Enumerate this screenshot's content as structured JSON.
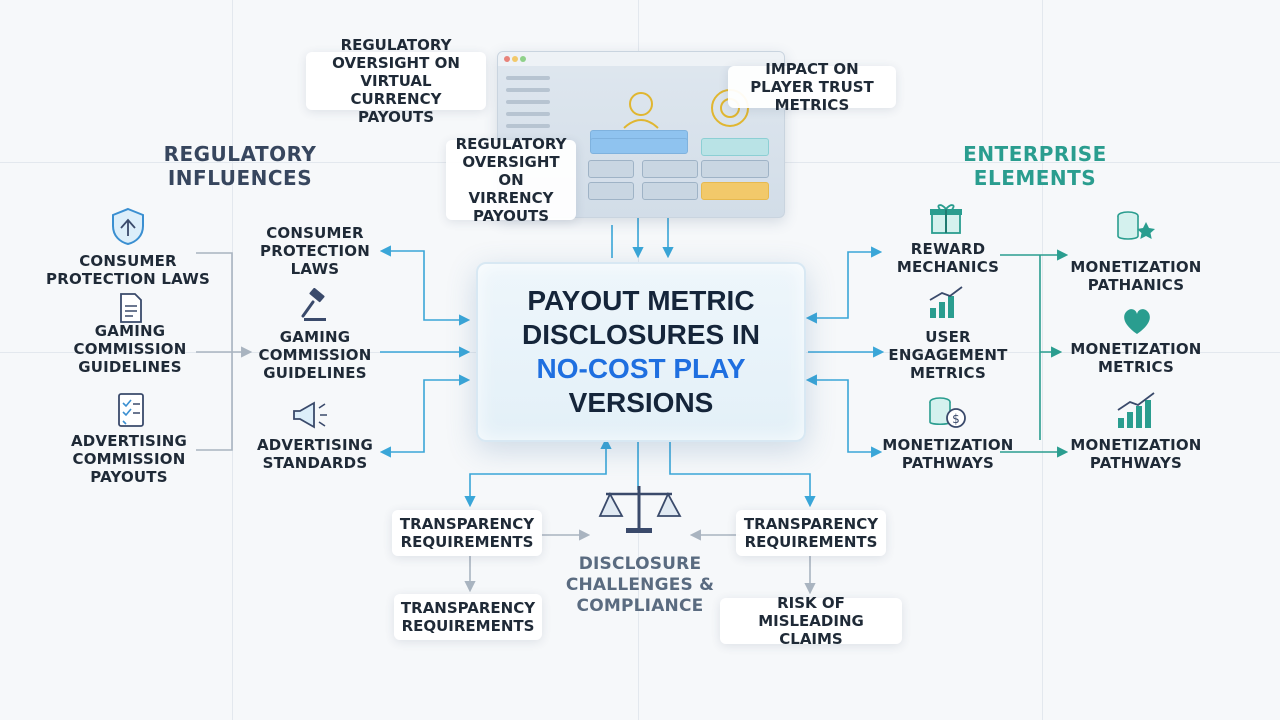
{
  "center": {
    "line1": "Payout Metric",
    "line2": "Disclosures in",
    "line3": "No-Cost Play",
    "line4": "Versions"
  },
  "sections": {
    "regulatory": "Regulatory Influences",
    "enterprise": "Enterprise Elements",
    "challenges": "Disclosure Challenges & Compliance"
  },
  "top": {
    "oversight_virtual": "Regulatory Oversight on Virtual Currency Payouts",
    "player_trust": "Impact on Player Trust Metrics",
    "oversight_virrency": "Regulatory Oversight on Virrency Payouts"
  },
  "left_outer": {
    "consumer": "Consumer Protection Laws",
    "gaming": "Gaming Commission Guidelines",
    "advertising": "Advertising Commission Payouts"
  },
  "left_inner": {
    "consumer": "Consumer Protection Laws",
    "gaming": "Gaming Commission Guidelines",
    "advertising": "Advertising Standards"
  },
  "right_inner": {
    "reward": "Reward Mechanics",
    "engagement": "User Engagement Metrics",
    "pathways": "Monetization Pathways"
  },
  "right_outer": {
    "pathanics": "Monetization Pathanics",
    "metrics": "Monetization Metrics",
    "pathways": "Monetization Pathways"
  },
  "bottom": {
    "transparency_left": "Transparency Requirements",
    "transparency_left_lower": "Transparency Requirements",
    "transparency_right": "Transparency Requirements",
    "risk": "Risk of Misleading Claims"
  },
  "colors": {
    "accent_blue": "#1f6fe0",
    "teal": "#2a9d8f",
    "wire_blue": "#3aa6d8",
    "wire_gray": "#a9b4c0",
    "icon_navy": "#3a4a6b"
  },
  "icons": {
    "shield": "shield-scales-icon",
    "document": "document-icon",
    "checklist": "checklist-icon",
    "gavel": "gavel-icon",
    "megaphone": "megaphone-icon",
    "gift": "gift-icon",
    "bar_chart": "bar-chart-icon",
    "coins": "coins-icon",
    "coin_star": "coin-star-icon",
    "heart": "heart-icon",
    "growth": "growth-chart-icon",
    "scales": "balance-scales-icon"
  }
}
